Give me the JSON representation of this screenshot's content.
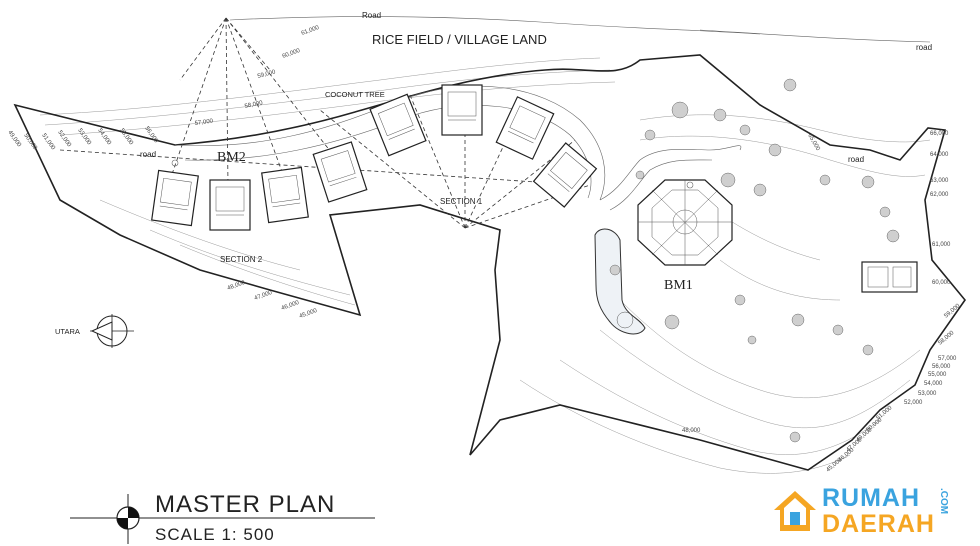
{
  "title": "MASTER PLAN",
  "scale": "SCALE 1:  500",
  "labels": {
    "road_top": "Road",
    "road_right": "road",
    "road_mid_right": "road",
    "road_left": "road",
    "rice_field": "RICE FIELD / VILLAGE LAND",
    "coconut_tree": "COCONUT TREE",
    "section_1": "SECTION 1",
    "section_2": "SECTION 2",
    "utara": "UTARA",
    "bm1": "BM1",
    "bm2": "BM2"
  },
  "contours_left": [
    "49,000",
    "50,000",
    "51,000",
    "52,000",
    "53,000",
    "54,000",
    "55,000",
    "56,000",
    "57,000",
    "58,000",
    "59,000",
    "60,000",
    "61,000"
  ],
  "contours_bottom_left": [
    "48,000",
    "47,000",
    "46,000",
    "45,000"
  ],
  "contours_right": [
    "66,000",
    "65,000",
    "64,000",
    "63,000",
    "62,000",
    "61,000",
    "60,000",
    "59,000",
    "58,000",
    "57,000",
    "56,000",
    "55,000",
    "54,000",
    "53,000",
    "52,000",
    "51,000",
    "50,000",
    "49,000",
    "48,000",
    "47,000",
    "46,000",
    "45,000"
  ],
  "logo": {
    "line1": "RUMAH",
    "line2": "DAERAH",
    "suffix": ".COM",
    "colors": {
      "blue": "#3aa3df",
      "orange": "#f5a623"
    }
  }
}
